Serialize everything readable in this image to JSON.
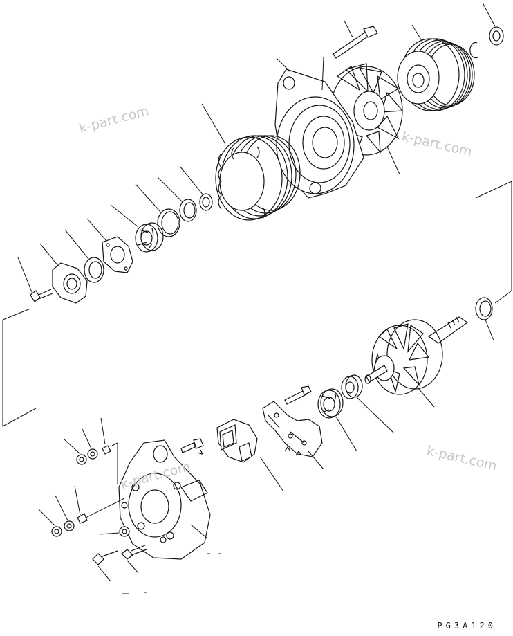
{
  "watermarks": [
    "k-part.com",
    "k-part.com",
    "k-part.com",
    "k-part.com"
  ],
  "drawing_code": "PG3A120"
}
